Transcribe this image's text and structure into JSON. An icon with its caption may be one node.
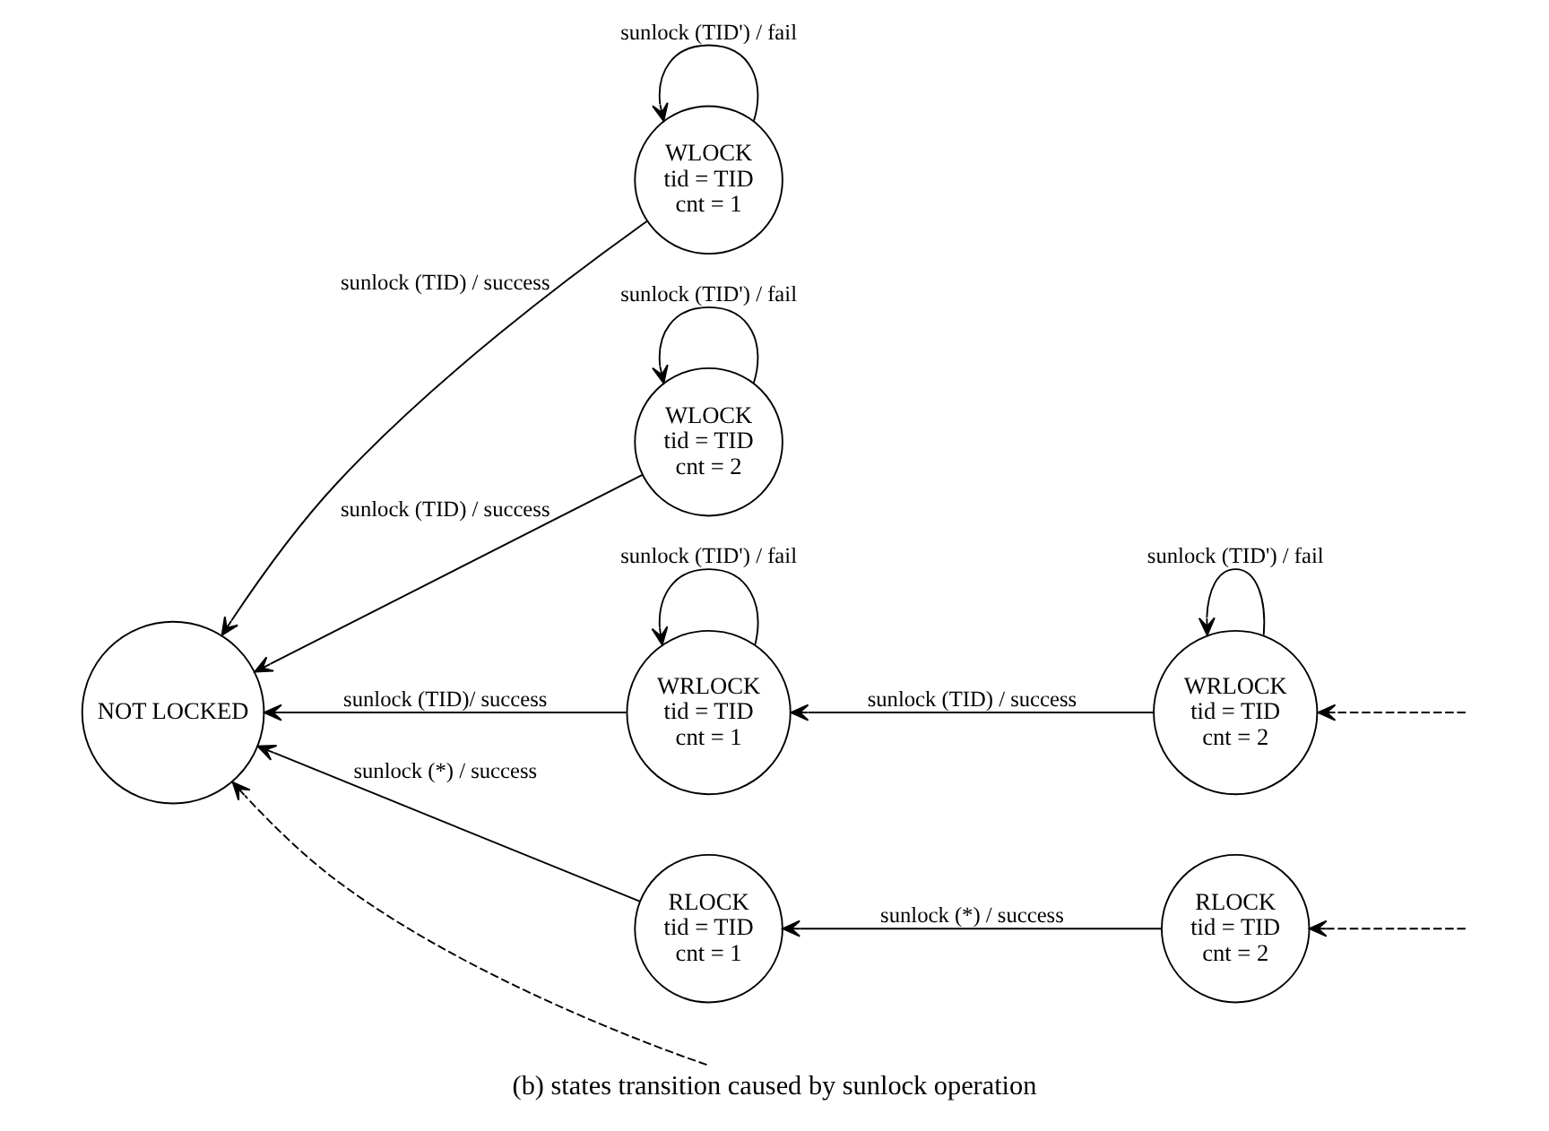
{
  "diagram": {
    "caption": "(b) states transition caused by sunlock operation",
    "nodes": [
      {
        "text": [
          "NOT LOCKED"
        ]
      },
      {
        "text": [
          "WLOCK",
          "tid = TID",
          "cnt = 1"
        ]
      },
      {
        "text": [
          "WLOCK",
          "tid = TID",
          "cnt = 2"
        ]
      },
      {
        "text": [
          "WRLOCK",
          "tid = TID",
          "cnt = 1"
        ]
      },
      {
        "text": [
          "WRLOCK",
          "tid = TID",
          "cnt = 2"
        ]
      },
      {
        "text": [
          "RLOCK",
          "tid = TID",
          "cnt = 1"
        ]
      },
      {
        "text": [
          "RLOCK",
          "tid = TID",
          "cnt = 2"
        ]
      }
    ],
    "edges": [
      {
        "from": 1,
        "to": 0,
        "arrow": "to",
        "label": "sunlock (TID) / success"
      },
      {
        "from": 1,
        "to": 1,
        "arrow": "to",
        "label": "sunlock (TID') / fail"
      },
      {
        "from": 2,
        "to": 0,
        "arrow": "to",
        "label": "sunlock (TID) / success"
      },
      {
        "from": 2,
        "to": 2,
        "arrow": "to",
        "label": "sunlock (TID') / fail"
      },
      {
        "from": null,
        "to": 0,
        "arrow": "to",
        "style": "dashed"
      },
      {
        "from": 3,
        "to": 0,
        "arrow": "to",
        "label": "sunlock (TID)/ success"
      },
      {
        "from": 3,
        "to": 3,
        "arrow": "to",
        "label": "sunlock (TID') / fail"
      },
      {
        "from": 4,
        "to": 3,
        "arrow": "to",
        "label": "sunlock (TID) / success"
      },
      {
        "from": 4,
        "to": 4,
        "arrow": "to",
        "label": "sunlock (TID') / fail"
      },
      {
        "from": null,
        "to": 4,
        "arrow": "to",
        "style": "dashed"
      },
      {
        "from": 5,
        "to": 0,
        "arrow": "to",
        "label": "sunlock (*) / success"
      },
      {
        "from": 6,
        "to": 5,
        "arrow": "to",
        "label": "sunlock (*) / success"
      },
      {
        "from": null,
        "to": 6,
        "arrow": "to",
        "style": "dashed"
      }
    ]
  }
}
